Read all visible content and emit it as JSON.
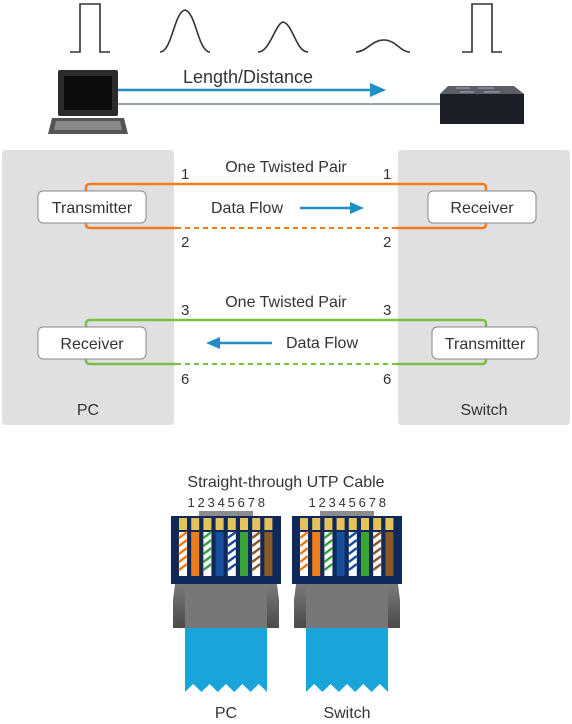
{
  "top": {
    "distance_label": "Length/Distance",
    "signal_waveforms": [
      "square-pulse",
      "rounded-pulse",
      "attenuated-pulse",
      "flattened-pulse",
      "square-pulse"
    ],
    "left_device_icon": "laptop-icon",
    "right_device_icon": "switch-icon"
  },
  "pair1": {
    "title": "One Twisted Pair",
    "flow_label": "Data Flow",
    "left_box": "Transmitter",
    "right_box": "Receiver",
    "pin_top_left": "1",
    "pin_top_right": "1",
    "pin_bottom_left": "2",
    "pin_bottom_right": "2",
    "color": "#f07d19",
    "arrow_color": "#1e8fc6"
  },
  "pair2": {
    "title": "One Twisted Pair",
    "flow_label": "Data Flow",
    "left_box": "Receiver",
    "right_box": "Transmitter",
    "pin_top_left": "3",
    "pin_top_right": "3",
    "pin_bottom_left": "6",
    "pin_bottom_right": "6",
    "color": "#7ac143",
    "arrow_color": "#1e8fc6"
  },
  "panels": {
    "left_label": "PC",
    "right_label": "Switch"
  },
  "cable": {
    "title": "Straight-through UTP Cable",
    "left_pins": "1 2 3 4 5 6 7 8",
    "right_pins": "1 2 3 4 5 6 7 8",
    "left_label": "PC",
    "right_label": "Switch",
    "jacket_color": "#1aa5d8"
  }
}
